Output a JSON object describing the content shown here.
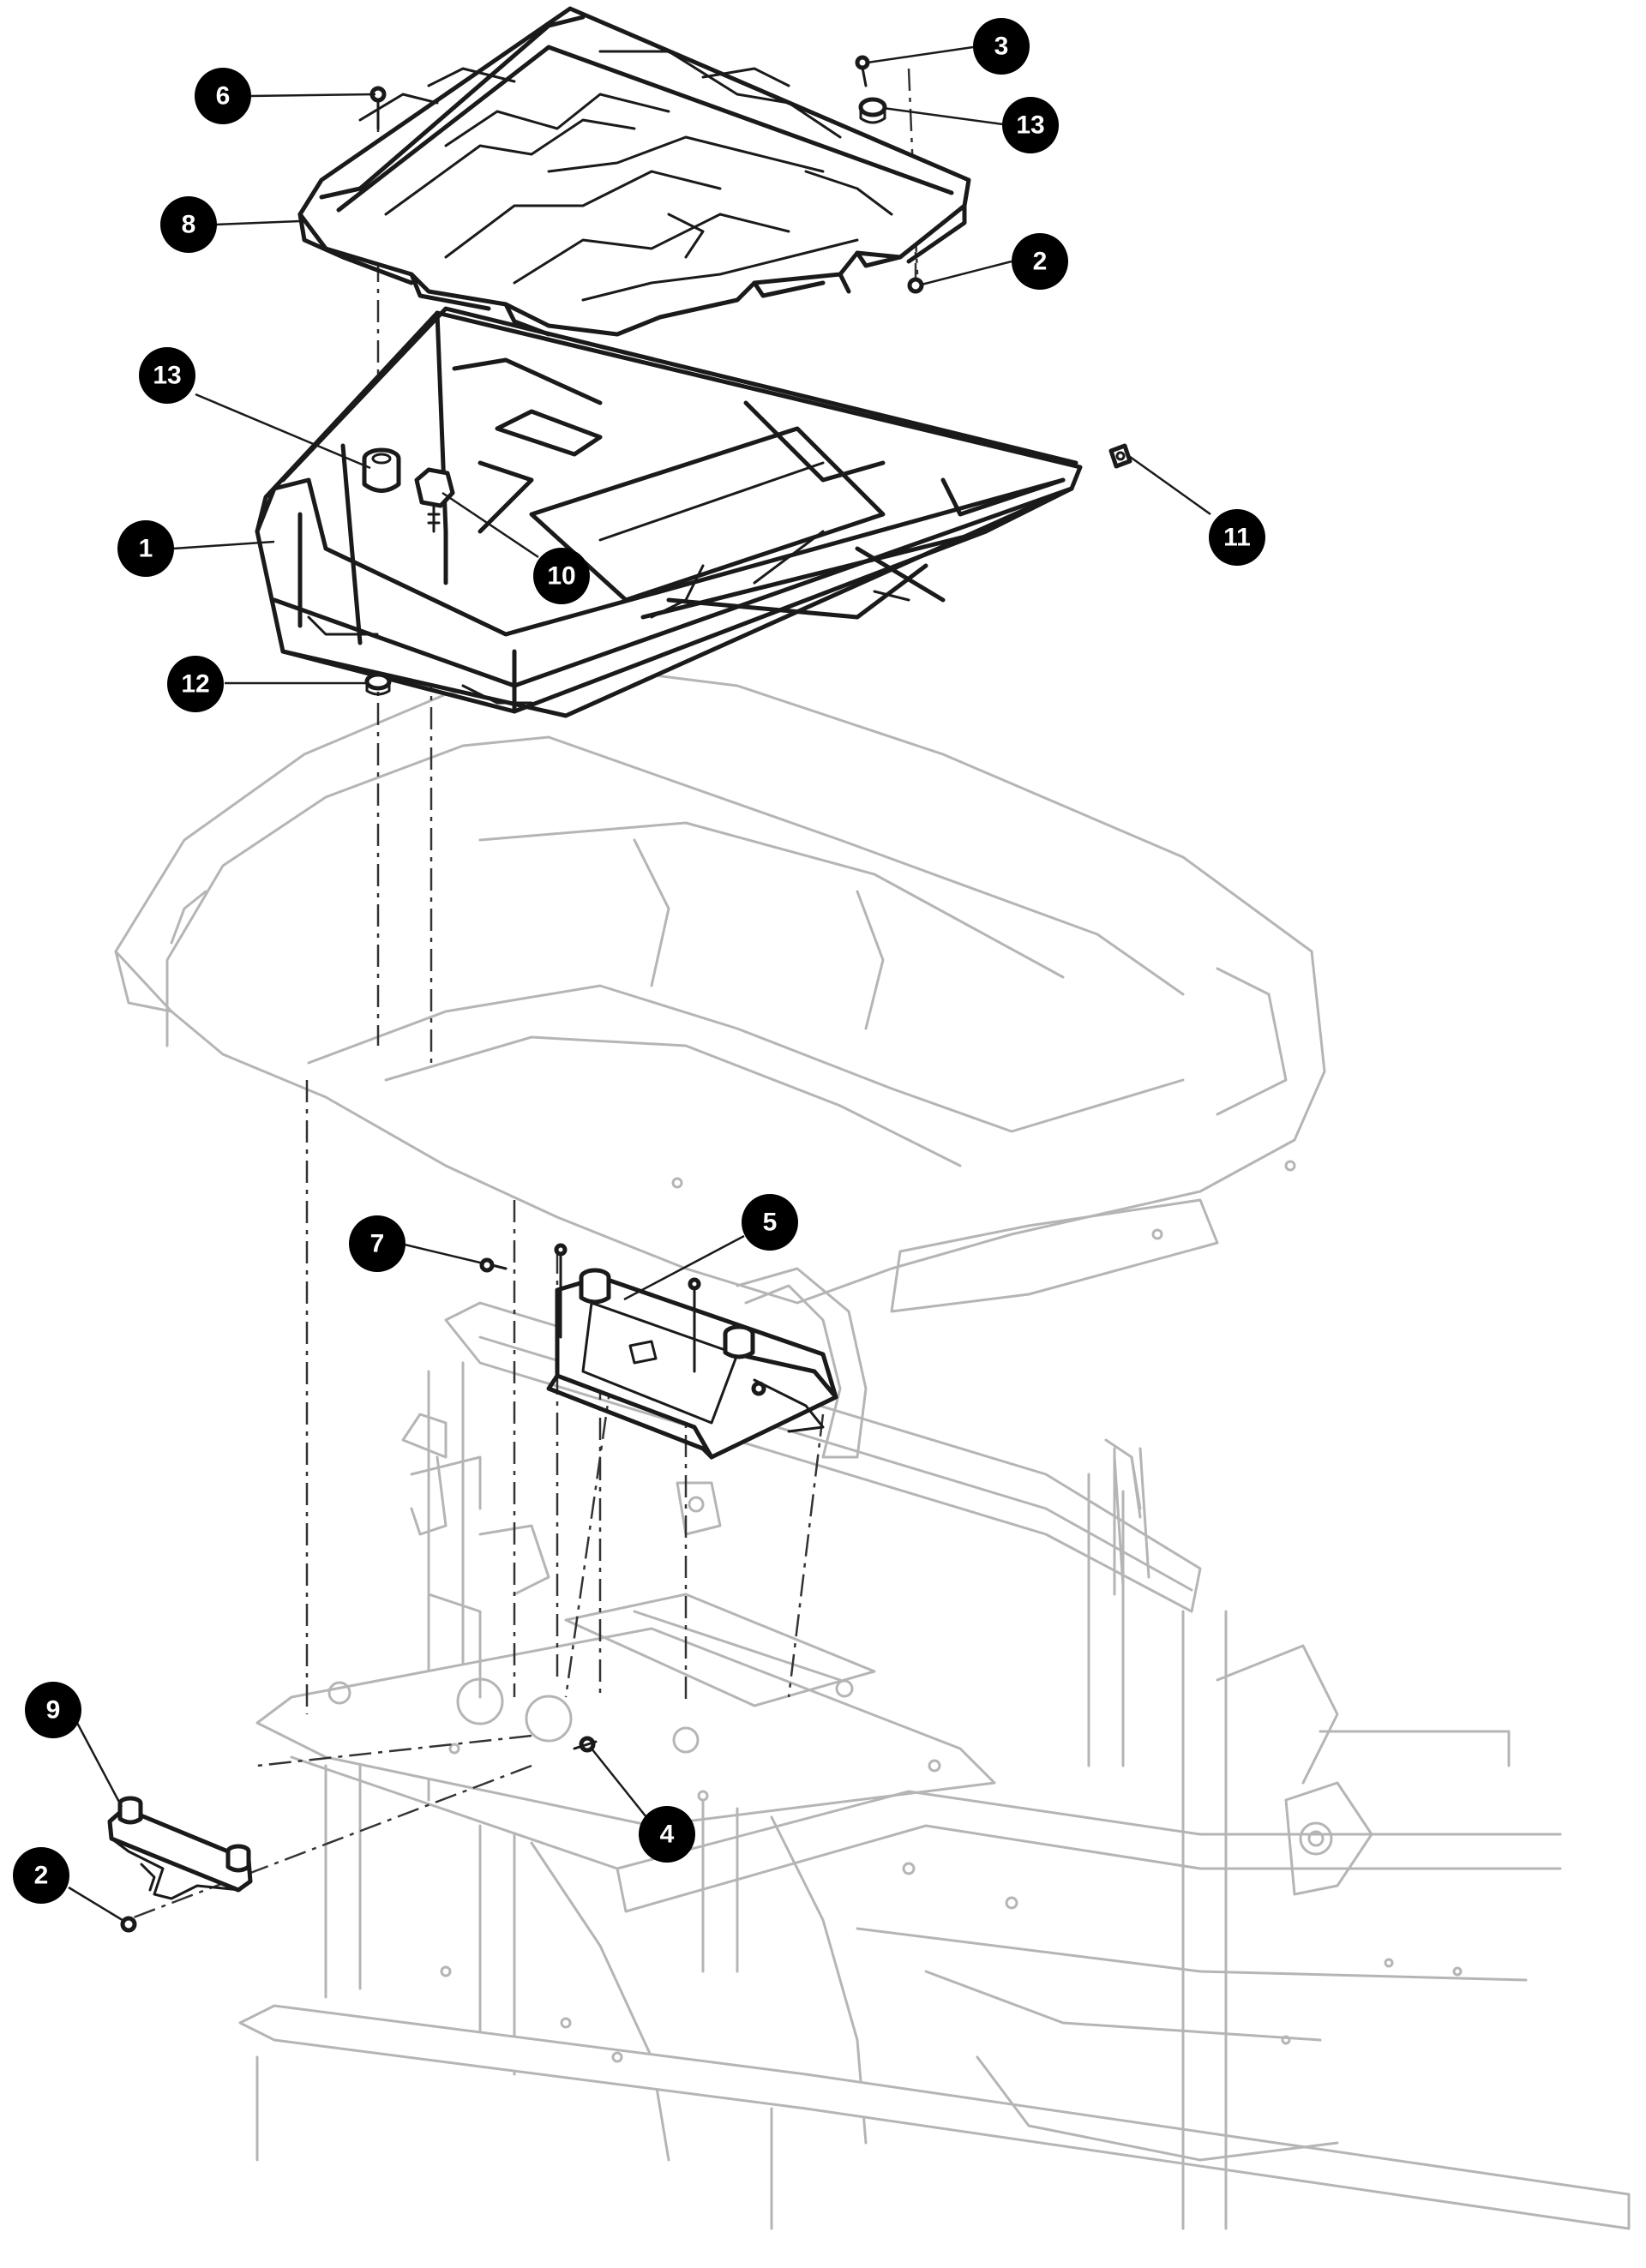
{
  "colors": {
    "callout_fill": "#000000",
    "callout_text": "#ffffff",
    "part_stroke": "#1a1a1a",
    "background_stroke": "#b5b5b5"
  },
  "callouts": [
    {
      "id": "c6",
      "label": "6"
    },
    {
      "id": "c3",
      "label": "3"
    },
    {
      "id": "c13a",
      "label": "13"
    },
    {
      "id": "c8",
      "label": "8"
    },
    {
      "id": "c2a",
      "label": "2"
    },
    {
      "id": "c13b",
      "label": "13"
    },
    {
      "id": "c1",
      "label": "1"
    },
    {
      "id": "c10",
      "label": "10"
    },
    {
      "id": "c11",
      "label": "11"
    },
    {
      "id": "c12",
      "label": "12"
    },
    {
      "id": "c7",
      "label": "7"
    },
    {
      "id": "c5",
      "label": "5"
    },
    {
      "id": "c9",
      "label": "9"
    },
    {
      "id": "c2b",
      "label": "2"
    },
    {
      "id": "c4",
      "label": "4"
    }
  ]
}
